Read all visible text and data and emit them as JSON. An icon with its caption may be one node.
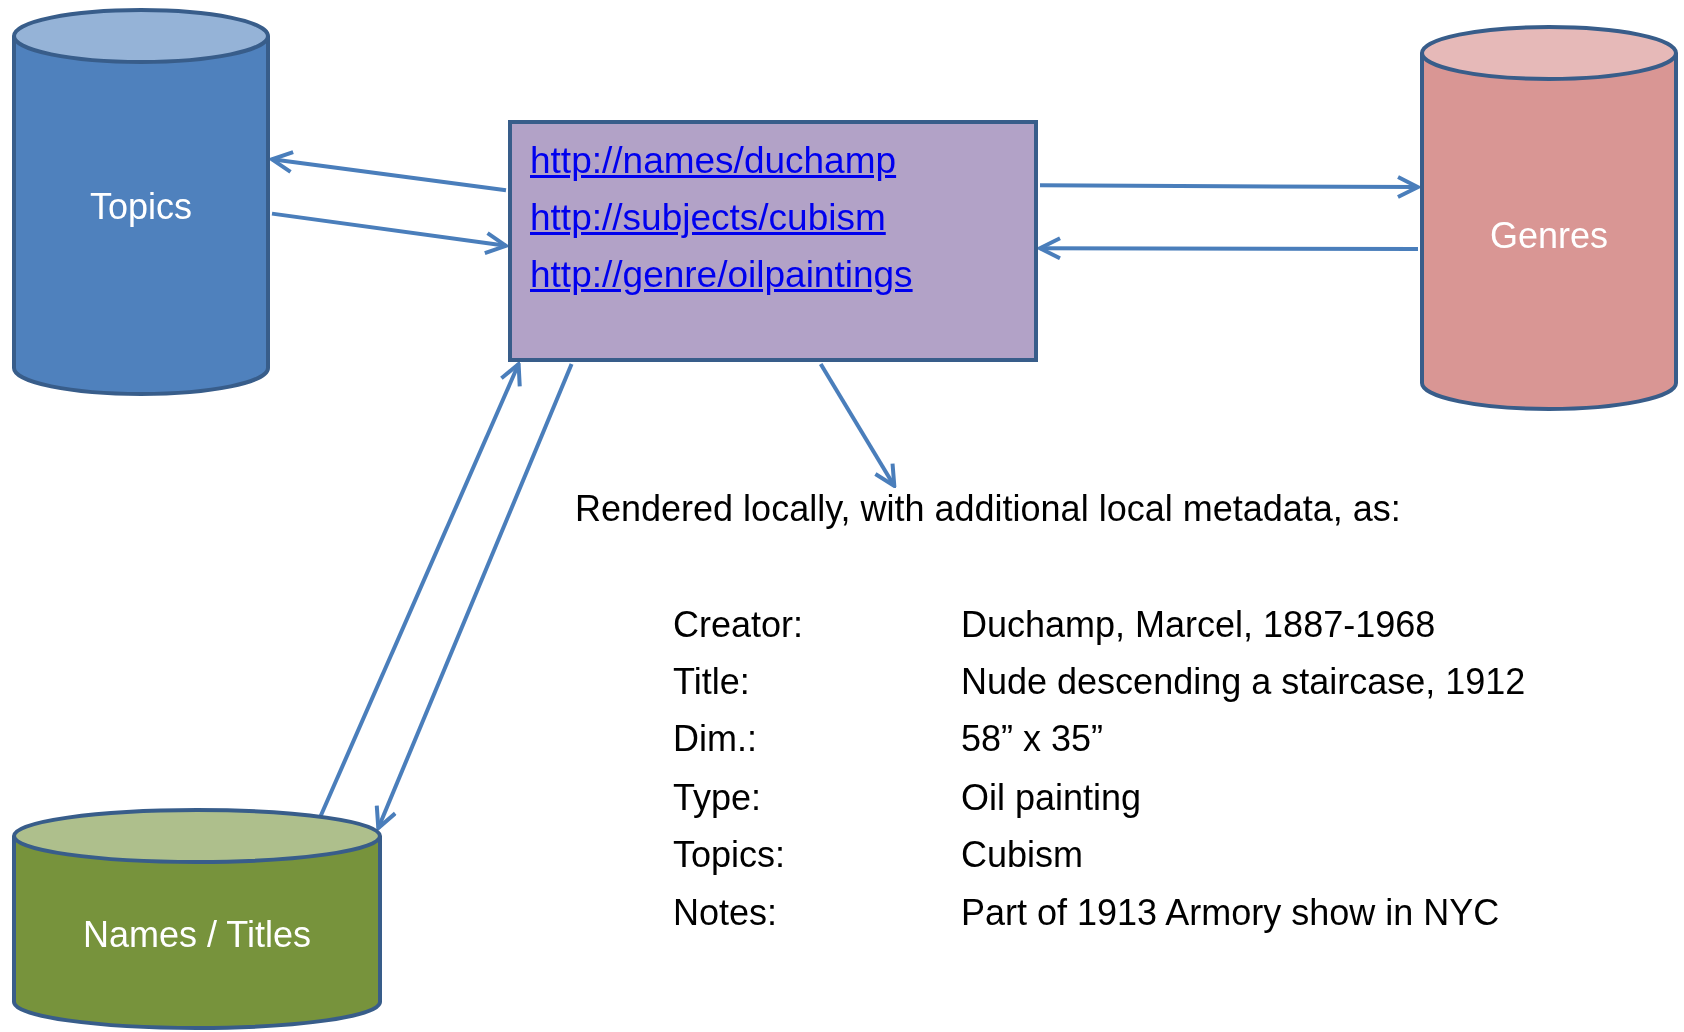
{
  "diagram": {
    "nodes": [
      {
        "text": [
          "Topics"
        ]
      },
      {
        "text": [
          "http://names/duchamp",
          "http://subjects/cubism",
          "http://genre/oilpaintings"
        ]
      },
      {
        "text": [
          "Genres"
        ]
      },
      {
        "text": [
          "Names / Titles"
        ]
      },
      {
        "text": [
          "Rendered locally, with additional local metadata, as:"
        ]
      }
    ],
    "edges": [
      {
        "from": 1,
        "to": 0,
        "arrow": "to"
      },
      {
        "from": 0,
        "to": 1,
        "arrow": "to"
      },
      {
        "from": 1,
        "to": 2,
        "arrow": "to"
      },
      {
        "from": 2,
        "to": 1,
        "arrow": "to"
      },
      {
        "from": 3,
        "to": 1,
        "arrow": "to"
      },
      {
        "from": 1,
        "to": 3,
        "arrow": "to"
      },
      {
        "from": 1,
        "to": 4,
        "arrow": "to"
      }
    ],
    "labels": [
      "Creator:",
      "Duchamp, Marcel, 1887-1968",
      "Title:",
      "Nude descending a staircase, 1912",
      "Dim.:",
      "58” x 35”",
      "Type:",
      "Oil painting",
      "Topics:",
      "Cubism",
      "Notes:",
      "Part of 1913 Armory show in NYC"
    ]
  }
}
